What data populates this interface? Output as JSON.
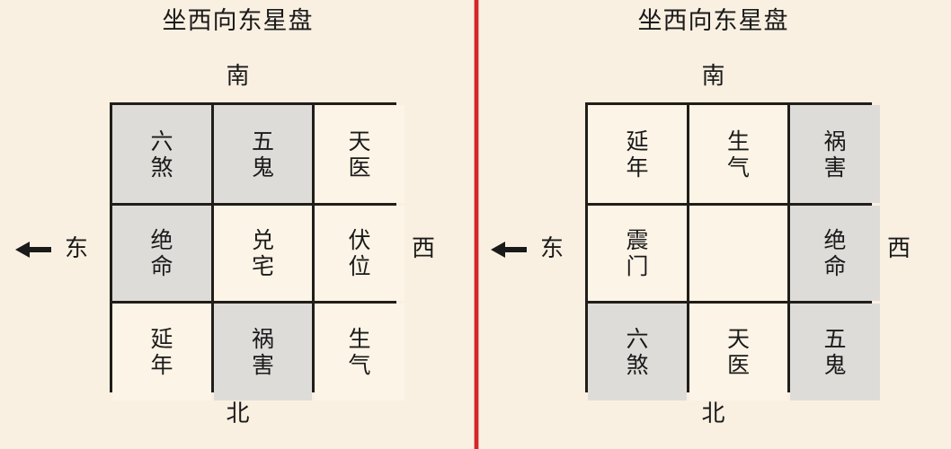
{
  "panels": [
    {
      "title": "坐西向东星盘",
      "directions": {
        "north": "北",
        "south": "南",
        "east": "东",
        "west": "西",
        "east_arrow": "left-arrow-icon"
      },
      "cells": [
        {
          "text": "六煞",
          "shaded": true
        },
        {
          "text": "五鬼",
          "shaded": true
        },
        {
          "text": "天医",
          "shaded": false
        },
        {
          "text": "绝命",
          "shaded": true
        },
        {
          "text": "兑宅",
          "shaded": false
        },
        {
          "text": "伏位",
          "shaded": false
        },
        {
          "text": "延年",
          "shaded": false
        },
        {
          "text": "祸害",
          "shaded": true
        },
        {
          "text": "生气",
          "shaded": false
        }
      ]
    },
    {
      "title": "坐西向东星盘",
      "directions": {
        "north": "北",
        "south": "南",
        "east": "东",
        "west": "西",
        "east_arrow": "left-arrow-icon"
      },
      "cells": [
        {
          "text": "延年",
          "shaded": false
        },
        {
          "text": "生气",
          "shaded": false
        },
        {
          "text": "祸害",
          "shaded": true
        },
        {
          "text": "震门",
          "shaded": false
        },
        {
          "text": "",
          "shaded": false
        },
        {
          "text": "绝命",
          "shaded": true
        },
        {
          "text": "六煞",
          "shaded": true
        },
        {
          "text": "天医",
          "shaded": false
        },
        {
          "text": "五鬼",
          "shaded": true
        }
      ]
    }
  ],
  "colors": {
    "background": "#faf0e2",
    "cell_normal": "#fcf4e6",
    "cell_shaded": "#dedcd9",
    "grid_line": "#211d18",
    "divider": "#d4252a",
    "text": "#1a1a1a"
  }
}
